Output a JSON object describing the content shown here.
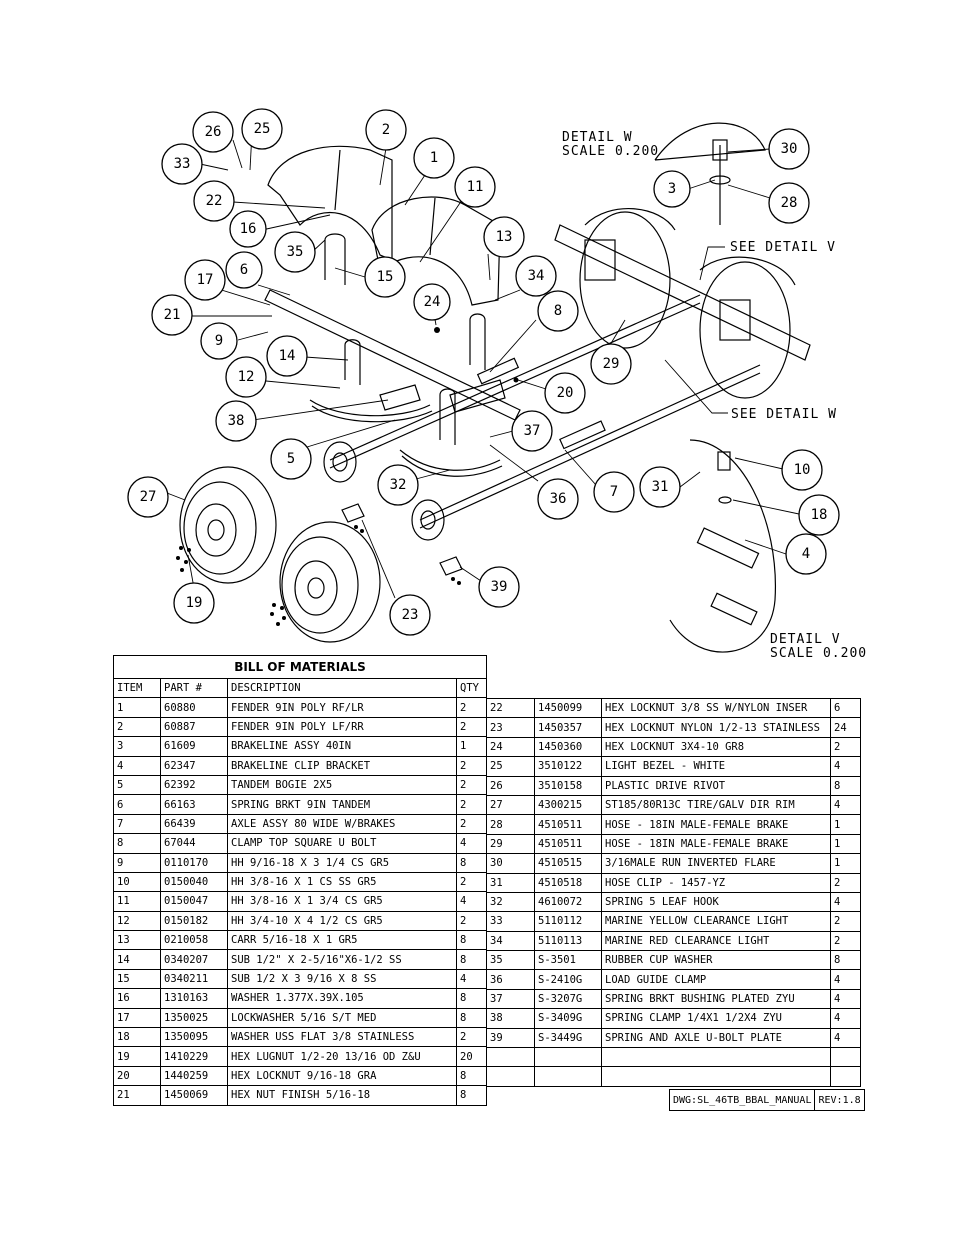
{
  "callouts": [
    "1",
    "2",
    "3",
    "4",
    "5",
    "6",
    "7",
    "8",
    "9",
    "10",
    "11",
    "12",
    "13",
    "14",
    "15",
    "16",
    "17",
    "18",
    "19",
    "20",
    "21",
    "22",
    "23",
    "24",
    "25",
    "26",
    "27",
    "28",
    "29",
    "30",
    "31",
    "32",
    "33",
    "34",
    "35",
    "36",
    "37",
    "38",
    "39"
  ],
  "detail_w": {
    "title": "DETAIL  W",
    "scale": "SCALE  0.200"
  },
  "detail_v": {
    "title": "DETAIL  V",
    "scale": "SCALE  0.200"
  },
  "see_detail_v": "SEE DETAIL  V",
  "see_detail_w": "SEE DETAIL  W",
  "bom": {
    "title": "BILL OF MATERIALS",
    "headers": {
      "item": "ITEM",
      "part": "PART #",
      "desc": "DESCRIPTION",
      "qty": "QTY"
    },
    "left_rows": [
      {
        "item": "1",
        "part": "60880",
        "desc": "FENDER  9IN POLY RF/LR",
        "qty": "2"
      },
      {
        "item": "2",
        "part": "60887",
        "desc": "FENDER  9IN POLY LF/RR",
        "qty": "2"
      },
      {
        "item": "3",
        "part": "61609",
        "desc": "BRAKELINE ASSY  40IN",
        "qty": "1"
      },
      {
        "item": "4",
        "part": "62347",
        "desc": "BRAKELINE CLIP BRACKET",
        "qty": "2"
      },
      {
        "item": "5",
        "part": "62392",
        "desc": "TANDEM BOGIE   2X5",
        "qty": "2"
      },
      {
        "item": "6",
        "part": "66163",
        "desc": "SPRING BRKT  9IN TANDEM",
        "qty": "2"
      },
      {
        "item": "7",
        "part": "66439",
        "desc": "AXLE ASSY 80 WIDE W/BRAKES",
        "qty": "2"
      },
      {
        "item": "8",
        "part": "67044",
        "desc": "CLAMP TOP SQUARE U BOLT",
        "qty": "4"
      },
      {
        "item": "9",
        "part": "0110170",
        "desc": "HH 9/16-18 X 3 1/4 CS GR5",
        "qty": "8"
      },
      {
        "item": "10",
        "part": "0150040",
        "desc": "HH 3/8-16 X 1 CS SS GR5",
        "qty": "2"
      },
      {
        "item": "11",
        "part": "0150047",
        "desc": "HH 3/8-16 X 1 3/4 CS GR5",
        "qty": "4"
      },
      {
        "item": "12",
        "part": "0150182",
        "desc": "HH 3/4-10 X 4 1/2 CS GR5",
        "qty": "2"
      },
      {
        "item": "13",
        "part": "0210058",
        "desc": "CARR 5/16-18 X 1 GR5",
        "qty": "8"
      },
      {
        "item": "14",
        "part": "0340207",
        "desc": "SUB 1/2\" X 2-5/16\"X6-1/2 SS",
        "qty": "8"
      },
      {
        "item": "15",
        "part": "0340211",
        "desc": "SUB 1/2 X 3 9/16 X 8 SS",
        "qty": "4"
      },
      {
        "item": "16",
        "part": "1310163",
        "desc": "WASHER 1.377X.39X.105",
        "qty": "8"
      },
      {
        "item": "17",
        "part": "1350025",
        "desc": "LOCKWASHER 5/16 S/T MED",
        "qty": "8"
      },
      {
        "item": "18",
        "part": "1350095",
        "desc": "WASHER USS FLAT 3/8 STAINLESS",
        "qty": "2"
      },
      {
        "item": "19",
        "part": "1410229",
        "desc": "HEX LUGNUT 1/2-20 13/16 OD Z&U",
        "qty": "20"
      },
      {
        "item": "20",
        "part": "1440259",
        "desc": "HEX LOCKNUT 9/16-18 GRA",
        "qty": "8"
      },
      {
        "item": "21",
        "part": "1450069",
        "desc": "HEX NUT FINISH 5/16-18",
        "qty": "8"
      }
    ],
    "right_rows": [
      {
        "item": "22",
        "part": "1450099",
        "desc": "HEX LOCKNUT 3/8 SS W/NYLON INSER",
        "qty": "6"
      },
      {
        "item": "23",
        "part": "1450357",
        "desc": "HEX LOCKNUT NYLON 1/2-13 STAINLESS",
        "qty": "24"
      },
      {
        "item": "24",
        "part": "1450360",
        "desc": "HEX LOCKNUT 3X4-10 GR8",
        "qty": "2"
      },
      {
        "item": "25",
        "part": "3510122",
        "desc": "LIGHT BEZEL - WHITE",
        "qty": "4"
      },
      {
        "item": "26",
        "part": "3510158",
        "desc": "PLASTIC DRIVE RIVOT",
        "qty": "8"
      },
      {
        "item": "27",
        "part": "4300215",
        "desc": "ST185/80R13C TIRE/GALV DIR RIM",
        "qty": "4"
      },
      {
        "item": "28",
        "part": "4510511",
        "desc": "HOSE - 18IN MALE-FEMALE BRAKE",
        "qty": "1"
      },
      {
        "item": "29",
        "part": "4510511",
        "desc": "HOSE - 18IN MALE-FEMALE BRAKE",
        "qty": "1"
      },
      {
        "item": "30",
        "part": "4510515",
        "desc": "3/16MALE RUN INVERTED FLARE",
        "qty": "1"
      },
      {
        "item": "31",
        "part": "4510518",
        "desc": "HOSE CLIP - 1457-YZ",
        "qty": "2"
      },
      {
        "item": "32",
        "part": "4610072",
        "desc": "SPRING  5 LEAF HOOK",
        "qty": "4"
      },
      {
        "item": "33",
        "part": "5110112",
        "desc": "MARINE YELLOW CLEARANCE LIGHT",
        "qty": "2"
      },
      {
        "item": "34",
        "part": "5110113",
        "desc": "MARINE RED CLEARANCE LIGHT",
        "qty": "2"
      },
      {
        "item": "35",
        "part": "S-3501",
        "desc": "RUBBER CUP WASHER",
        "qty": "8"
      },
      {
        "item": "36",
        "part": "S-2410G",
        "desc": "LOAD GUIDE CLAMP",
        "qty": "4"
      },
      {
        "item": "37",
        "part": "S-3207G",
        "desc": "SPRING BRKT BUSHING PLATED ZYU",
        "qty": "4"
      },
      {
        "item": "38",
        "part": "S-3409G",
        "desc": "SPRING CLAMP   1/4X1 1/2X4  ZYU",
        "qty": "4"
      },
      {
        "item": "39",
        "part": "S-3449G",
        "desc": "SPRING AND AXLE U-BOLT PLATE",
        "qty": "4"
      },
      {
        "item": "",
        "part": "",
        "desc": "",
        "qty": ""
      },
      {
        "item": "",
        "part": "",
        "desc": "",
        "qty": ""
      }
    ],
    "drawing_number": "DWG:SL_46TB_BBAL_MANUAL",
    "revision": "REV:1.8"
  }
}
